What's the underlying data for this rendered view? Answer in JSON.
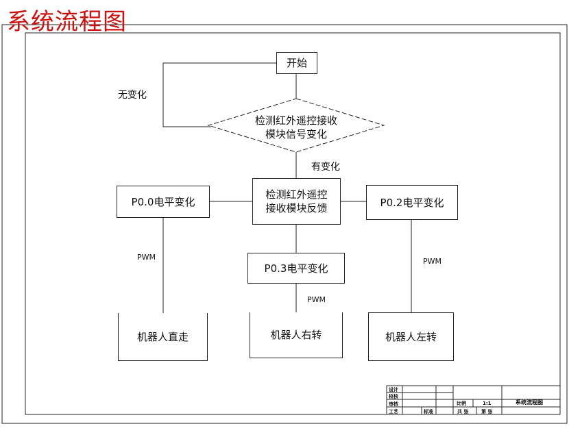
{
  "page_title": "系统流程图",
  "nodes": {
    "start": "开始",
    "detect_line1": "检测红外遥控接收",
    "detect_line2": "模块信号变化",
    "feedback_line1": "检测红外遥控",
    "feedback_line2": "接收模块反馈",
    "p00": "P0.0电平变化",
    "p02": "P0.2电平变化",
    "p03": "P0.3电平变化",
    "straight": "机器人直走",
    "right": "机器人右转",
    "left": "机器人左转"
  },
  "edge_labels": {
    "no_change": "无变化",
    "has_change": "有变化",
    "pwm_left": "PWM",
    "pwm_center": "PWM",
    "pwm_right": "PWM"
  },
  "title_block": {
    "design": "设计",
    "check": "校核",
    "review": "审核",
    "craft": "工艺",
    "standard": "标准",
    "scale_label": "比例",
    "scale_value": "1:1",
    "drawing_title": "系统流程图",
    "sheet_total": "共 张",
    "sheet_no": "第 张"
  }
}
